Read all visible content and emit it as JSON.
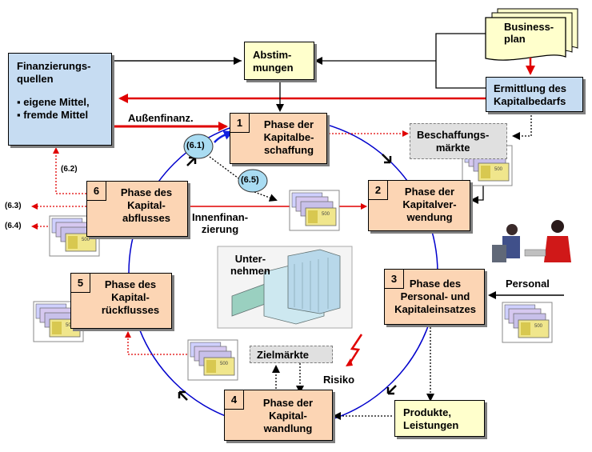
{
  "sources": {
    "title": "Finanzierungs-\nquellen",
    "item1": "▪ eigene Mittel,",
    "item2": "▪ fremde Mittel"
  },
  "abstimmungen": "Abstim-\nmungen",
  "businessplan": "Business-\nplan",
  "ermittlung": "Ermittlung des\nKapitalbedarfs",
  "beschaffungsmaerkte": "Beschaffungs-\nmärkte",
  "zielmaerkte": "Zielmärkte",
  "produkte": "Produkte,\nLeistungen",
  "unternehmen": "Unter-\nnehmen",
  "phases": [
    {
      "num": "1",
      "label": "Phase der\nKapitalbe-\nschaffung"
    },
    {
      "num": "2",
      "label": "Phase der\nKapitalver-\nwendung"
    },
    {
      "num": "3",
      "label": "Phase des\nPersonal- und\nKapitaleinsatzes"
    },
    {
      "num": "4",
      "label": "Phase der\nKapital-\nwandlung"
    },
    {
      "num": "5",
      "label": "Phase des\nKapital-\nrückflusses"
    },
    {
      "num": "6",
      "label": "Phase des\nKapital-\nabflusses"
    }
  ],
  "labels": {
    "aussen": "Außenfinanz.",
    "innen": "Innenfinan-\nzierung",
    "personal": "Personal",
    "risiko": "Risiko",
    "c61": "(6.1)",
    "c65": "(6.5)",
    "r62": "(6.2)",
    "r63": "(6.3)",
    "r64": "(6.4)"
  },
  "colors": {
    "phase_fill": "#fcd5b4",
    "source_fill": "#c6dcf2",
    "cream_fill": "#ffffcc",
    "red_arrow": "#e00000",
    "cycle": "#0000cc",
    "badge": "#a9dcf2"
  },
  "icons": [
    "banknote-icon",
    "building-icon",
    "people-icon",
    "lightning-icon"
  ]
}
